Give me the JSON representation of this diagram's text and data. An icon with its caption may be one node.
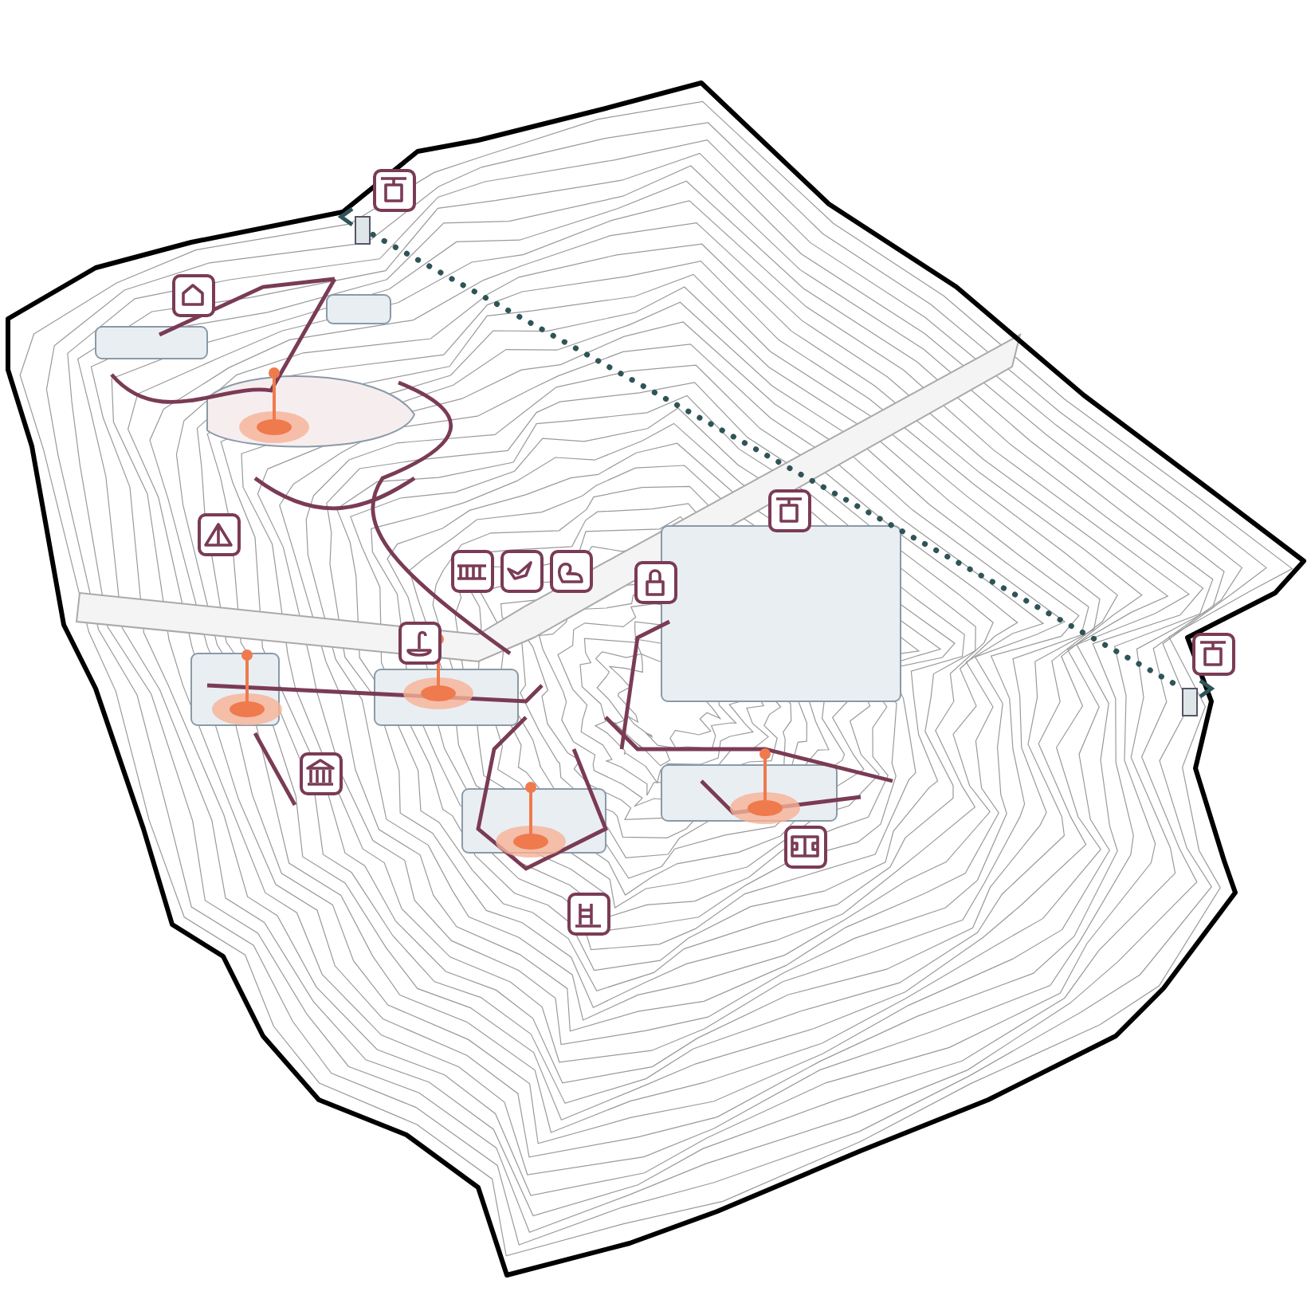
{
  "diagram": {
    "nodes": [
      {
        "text": [],
        "shape": "picture"
      },
      {
        "text": [],
        "shape": "picture"
      }
    ],
    "edges": [
      {
        "from": 0,
        "to": 1,
        "arrow": "none",
        "style": "dashed",
        "color": "#2f5457"
      }
    ]
  }
}
